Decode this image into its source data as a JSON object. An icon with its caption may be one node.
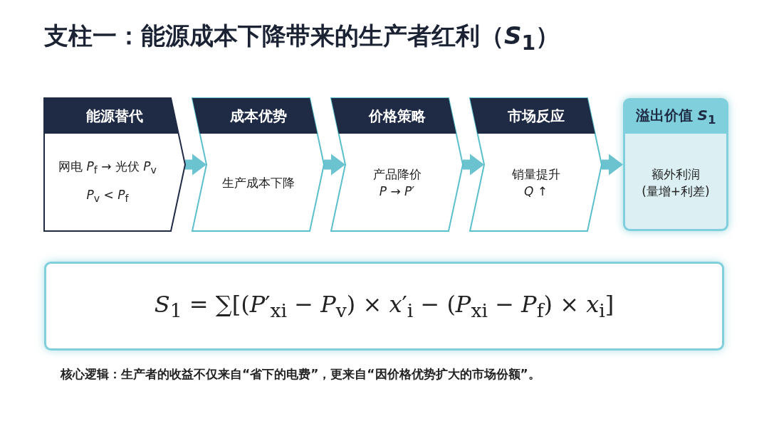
{
  "diagram": {
    "title": "支柱一：能源成本下降带来的生产者红利（*S*$_{1}$）",
    "nodes": [
      {
        "text": [
          "能源替代",
          "网电 *P*$_{f}$ → 光伏 *P*$_{v}$",
          "*P*$_{v}$ < *P*$_{f}$"
        ]
      },
      {
        "text": [
          "成本优势",
          "生产成本下降"
        ]
      },
      {
        "text": [
          "价格策略",
          "产品降价",
          "*P* → *P*′"
        ]
      },
      {
        "text": [
          "市场反应",
          "销量提升",
          "*Q* ↑"
        ]
      },
      {
        "text": [
          "溢出价值 *S*$_{1}$",
          "额外利润",
          "(量增+利差)"
        ]
      },
      {
        "text": [
          "*S*$_{1}$ = ∑[(*P*′$_{xi}$ − *P*$_{v}$) × *x*′$_{i}$ − (*P*$_{xi}$ − *P*$_{f}$) × *x*$_{i}$]"
        ]
      }
    ],
    "edges": [
      {
        "from": 0,
        "to": 1,
        "arrow": "to"
      },
      {
        "from": 1,
        "to": 2,
        "arrow": "to"
      },
      {
        "from": 2,
        "to": 3,
        "arrow": "to"
      },
      {
        "from": 3,
        "to": 4,
        "arrow": "to"
      }
    ],
    "caption": "核心逻辑：生产者的收益不仅来自“省下的电费”，更来自“因价格优势扩大的市场份额”。"
  }
}
